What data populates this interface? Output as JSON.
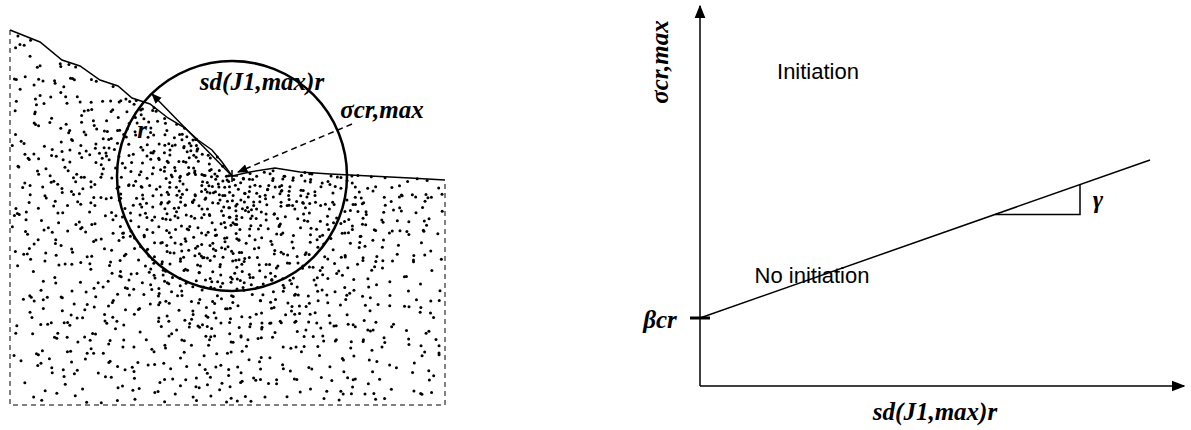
{
  "diagram": {
    "labels": [
      "sd(J1,max)r",
      "r",
      "σcr,max",
      "σcr,max",
      "Initiation",
      "No initiation",
      "βcr",
      "γ",
      "sd(J1,max)r"
    ]
  }
}
